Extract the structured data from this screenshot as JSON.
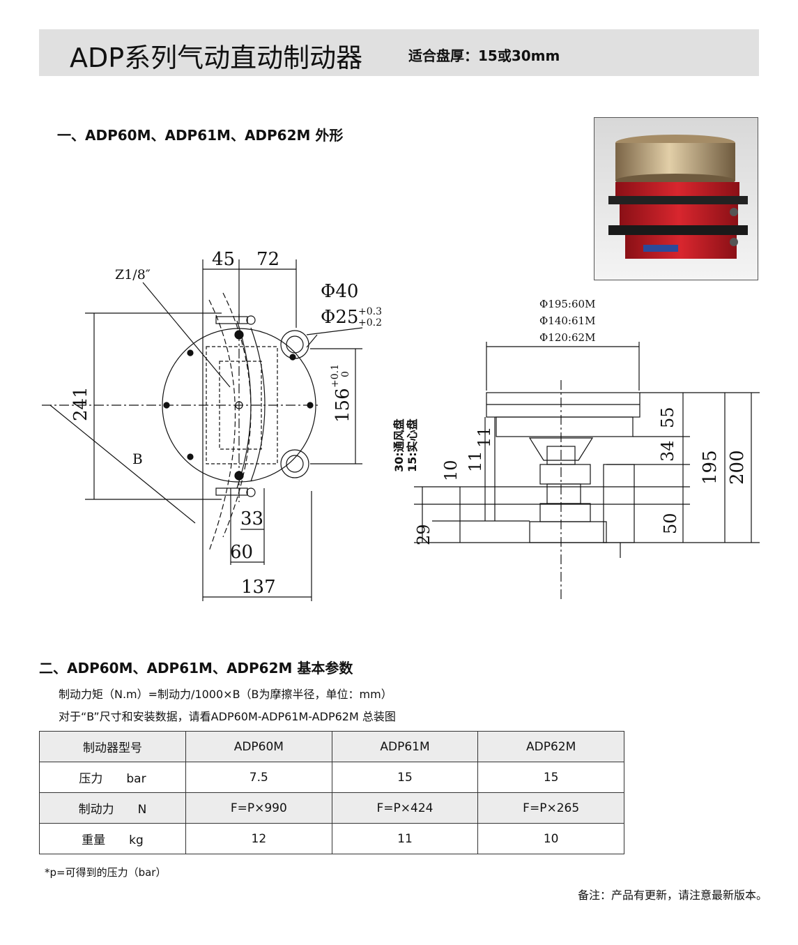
{
  "header": {
    "title": "ADP系列气动直动制动器",
    "subtitle": "适合盘厚：15或30mm"
  },
  "section1": {
    "heading": "一、ADP60M、ADP61M、ADP62M 外形"
  },
  "drawing_left": {
    "dim_45": "45",
    "dim_72": "72",
    "thread": "Z1/8″",
    "dia_40": "Φ40",
    "dia_25": "Φ25",
    "tol_25_upper": "+0.3",
    "tol_25_lower": "+0.2",
    "dim_241": "241",
    "dim_156": "156",
    "tol_156_upper": "+0.1",
    "tol_156_lower": "0",
    "label_B": "B",
    "dim_33": "33",
    "dim_60": "60",
    "dim_137": "137"
  },
  "drawing_right": {
    "dia_60": "Φ195:60M",
    "dia_61": "Φ140:61M",
    "dia_62": "Φ120:62M",
    "disc_note_1": "30:通风盘",
    "disc_note_2": "15:实心盘",
    "dim_11a": "11",
    "dim_11b": "11",
    "dim_10": "10",
    "dim_29": "29",
    "dim_55": "55",
    "dim_34": "34",
    "dim_195": "195",
    "dim_200": "200",
    "dim_50": "50"
  },
  "section2": {
    "heading": "二、ADP60M、ADP61M、ADP62M 基本参数",
    "note1": "制动力矩（N.m）=制动力/1000×B（B为摩擦半径，单位：mm）",
    "note2": "对于“B”尺寸和安装数据，请看ADP60M-ADP61M-ADP62M 总装图"
  },
  "table": {
    "header": [
      "制动器型号",
      "ADP60M",
      "ADP61M",
      "ADP62M"
    ],
    "rows": [
      [
        "压力　　bar",
        "7.5",
        "15",
        "15"
      ],
      [
        "制动力　　N",
        "F=P×990",
        "F=P×424",
        "F=P×265"
      ],
      [
        "重量　　kg",
        "12",
        "11",
        "10"
      ]
    ]
  },
  "footnote": "*p=可得到的压力（bar）",
  "remark": "备注：产品有更新，请注意最新版本。",
  "colors": {
    "header_bg": "#e0e0e0",
    "row_shade": "#ececec",
    "caliper_red": "#c8202a",
    "housing_bronze": "#b89868"
  }
}
